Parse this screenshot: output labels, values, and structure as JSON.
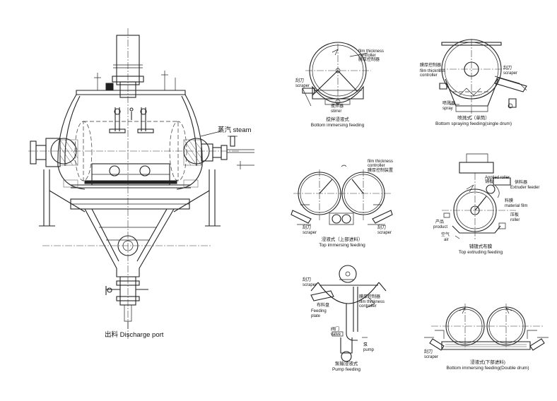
{
  "main": {
    "steam_label": "蒸汽 steam",
    "discharge_label": "出料 Discharge port"
  },
  "fig1": {
    "caption_cn": "搅拌浸液式",
    "caption_en": "Bottom immersing feeding",
    "scraper_cn": "刮刀",
    "scraper_en": "scraper",
    "film_en1": "film thickness",
    "film_en2": "controller",
    "film_cn": "膜厚控制器",
    "stirrer_cn": "搅拌器",
    "stirrer_en": "stirrer"
  },
  "fig2": {
    "caption_cn": "喷溅式（单筒）",
    "caption_en": "Bottom spraying feeding(single drum)",
    "film_cn": "膜厚控制器",
    "film_en1": "film thickness",
    "film_en2": "controller",
    "scraper_cn": "刮刀",
    "scraper_en": "scraper",
    "spray_cn": "喷溅器",
    "spray_en": "spray"
  },
  "fig3": {
    "caption_cn": "浸液式（上部进料）",
    "caption_en": "Top immersing feeding",
    "film_en1": "film thickness",
    "film_en2": "controller",
    "film_cn": "膜厚控制装置",
    "scraper_cn_l": "刮刀",
    "scraper_en_l": "scraper",
    "scraper_cn_r": "刮刀",
    "scraper_en_r": "scraper"
  },
  "fig4": {
    "caption_cn": "铺镀式布膜",
    "caption_en": "Top extruding feeding",
    "roller_cn": "Applied roller",
    "roller_en": "铺板",
    "feeder_cn": "供料器",
    "feeder_en": "Extruder feeder",
    "film_cn": "料膜",
    "film_en": "material film",
    "scraper_cn": "压板",
    "scraper_en": "roller",
    "product_cn": "产品",
    "product_en": "product",
    "air_cn": "空气",
    "air_en": "air"
  },
  "fig5": {
    "caption_cn": "泵输浸液式",
    "caption_en": "Pump feeding",
    "scraper_cn": "刮刀",
    "scraper_en": "scraper",
    "plate_cn": "布料盘",
    "plate_en1": "Feeding",
    "plate_en2": "plate",
    "film_cn": "膜厚控制器",
    "film_en1": "film thickness",
    "film_en2": "controller",
    "valve_cn": "阀门",
    "valve_en": "valve",
    "pump_cn": "泵",
    "pump_en": "pump"
  },
  "fig6": {
    "caption_cn": "浸液式(下部进料)",
    "caption_en": "Bottom immersing feeding(Double drum)",
    "scraper_cn": "刮刀",
    "scraper_en": "scraper"
  }
}
